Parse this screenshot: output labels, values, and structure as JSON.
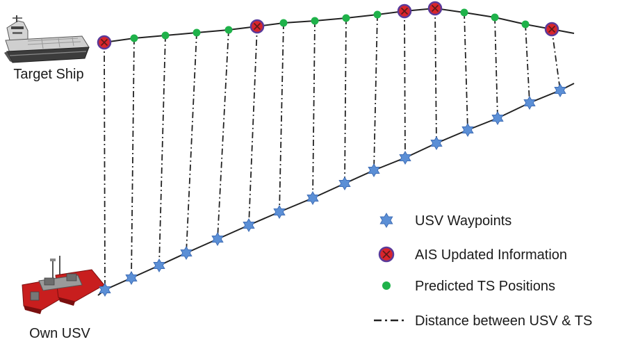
{
  "labels": {
    "target_ship": "Target Ship",
    "own_usv": "Own USV"
  },
  "legend": {
    "usv_waypoints": "USV Waypoints",
    "ais_updated": "AIS Updated Information",
    "predicted_ts": "Predicted TS Positions",
    "distance": "Distance between USV & TS"
  },
  "colors": {
    "waypoint_fill": "#5b8fd6",
    "waypoint_stroke": "#3f6db5",
    "ais_fill": "#d9252b",
    "ais_stroke": "#5a3a9a",
    "predicted_fill": "#1fb24a",
    "line": "#222222",
    "ship_hull_dark": "#3c3c3c",
    "ship_hull_light": "#bcbcbc",
    "usv_red": "#c81e1e",
    "usv_dark": "#7a0f0f"
  },
  "target_points": [
    {
      "kind": "ais"
    },
    {
      "kind": "predicted"
    },
    {
      "kind": "predicted"
    },
    {
      "kind": "predicted"
    },
    {
      "kind": "predicted"
    },
    {
      "kind": "ais"
    },
    {
      "kind": "predicted"
    },
    {
      "kind": "predicted"
    },
    {
      "kind": "predicted"
    },
    {
      "kind": "predicted"
    },
    {
      "kind": "ais"
    },
    {
      "kind": "ais"
    },
    {
      "kind": "predicted"
    },
    {
      "kind": "predicted"
    },
    {
      "kind": "predicted"
    },
    {
      "kind": "ais"
    }
  ]
}
